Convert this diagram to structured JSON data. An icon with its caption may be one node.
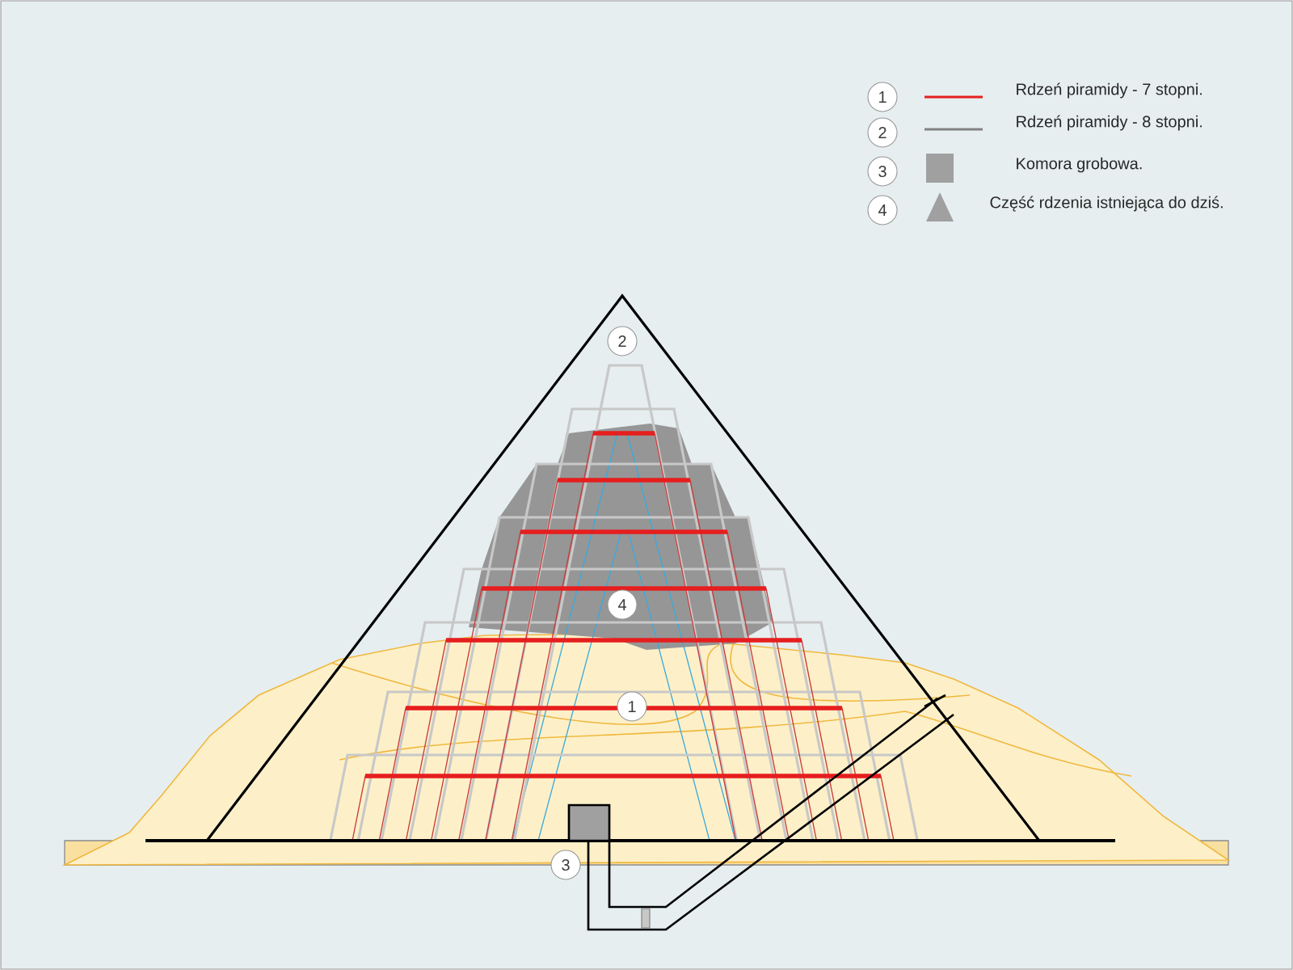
{
  "diagram": {
    "labels": [
      "1",
      "2",
      "3",
      "4",
      "2",
      "4",
      "1",
      "3"
    ],
    "legend": [
      {
        "text": "Rdzeń piramidy - 7 stopni."
      },
      {
        "text": "Rdzeń piramidy - 8 stopni."
      },
      {
        "text": "Komora grobowa.",
        "color": "#a0a0a0"
      },
      {
        "text": "Część rdzenia istniejąca do dziś."
      }
    ]
  }
}
